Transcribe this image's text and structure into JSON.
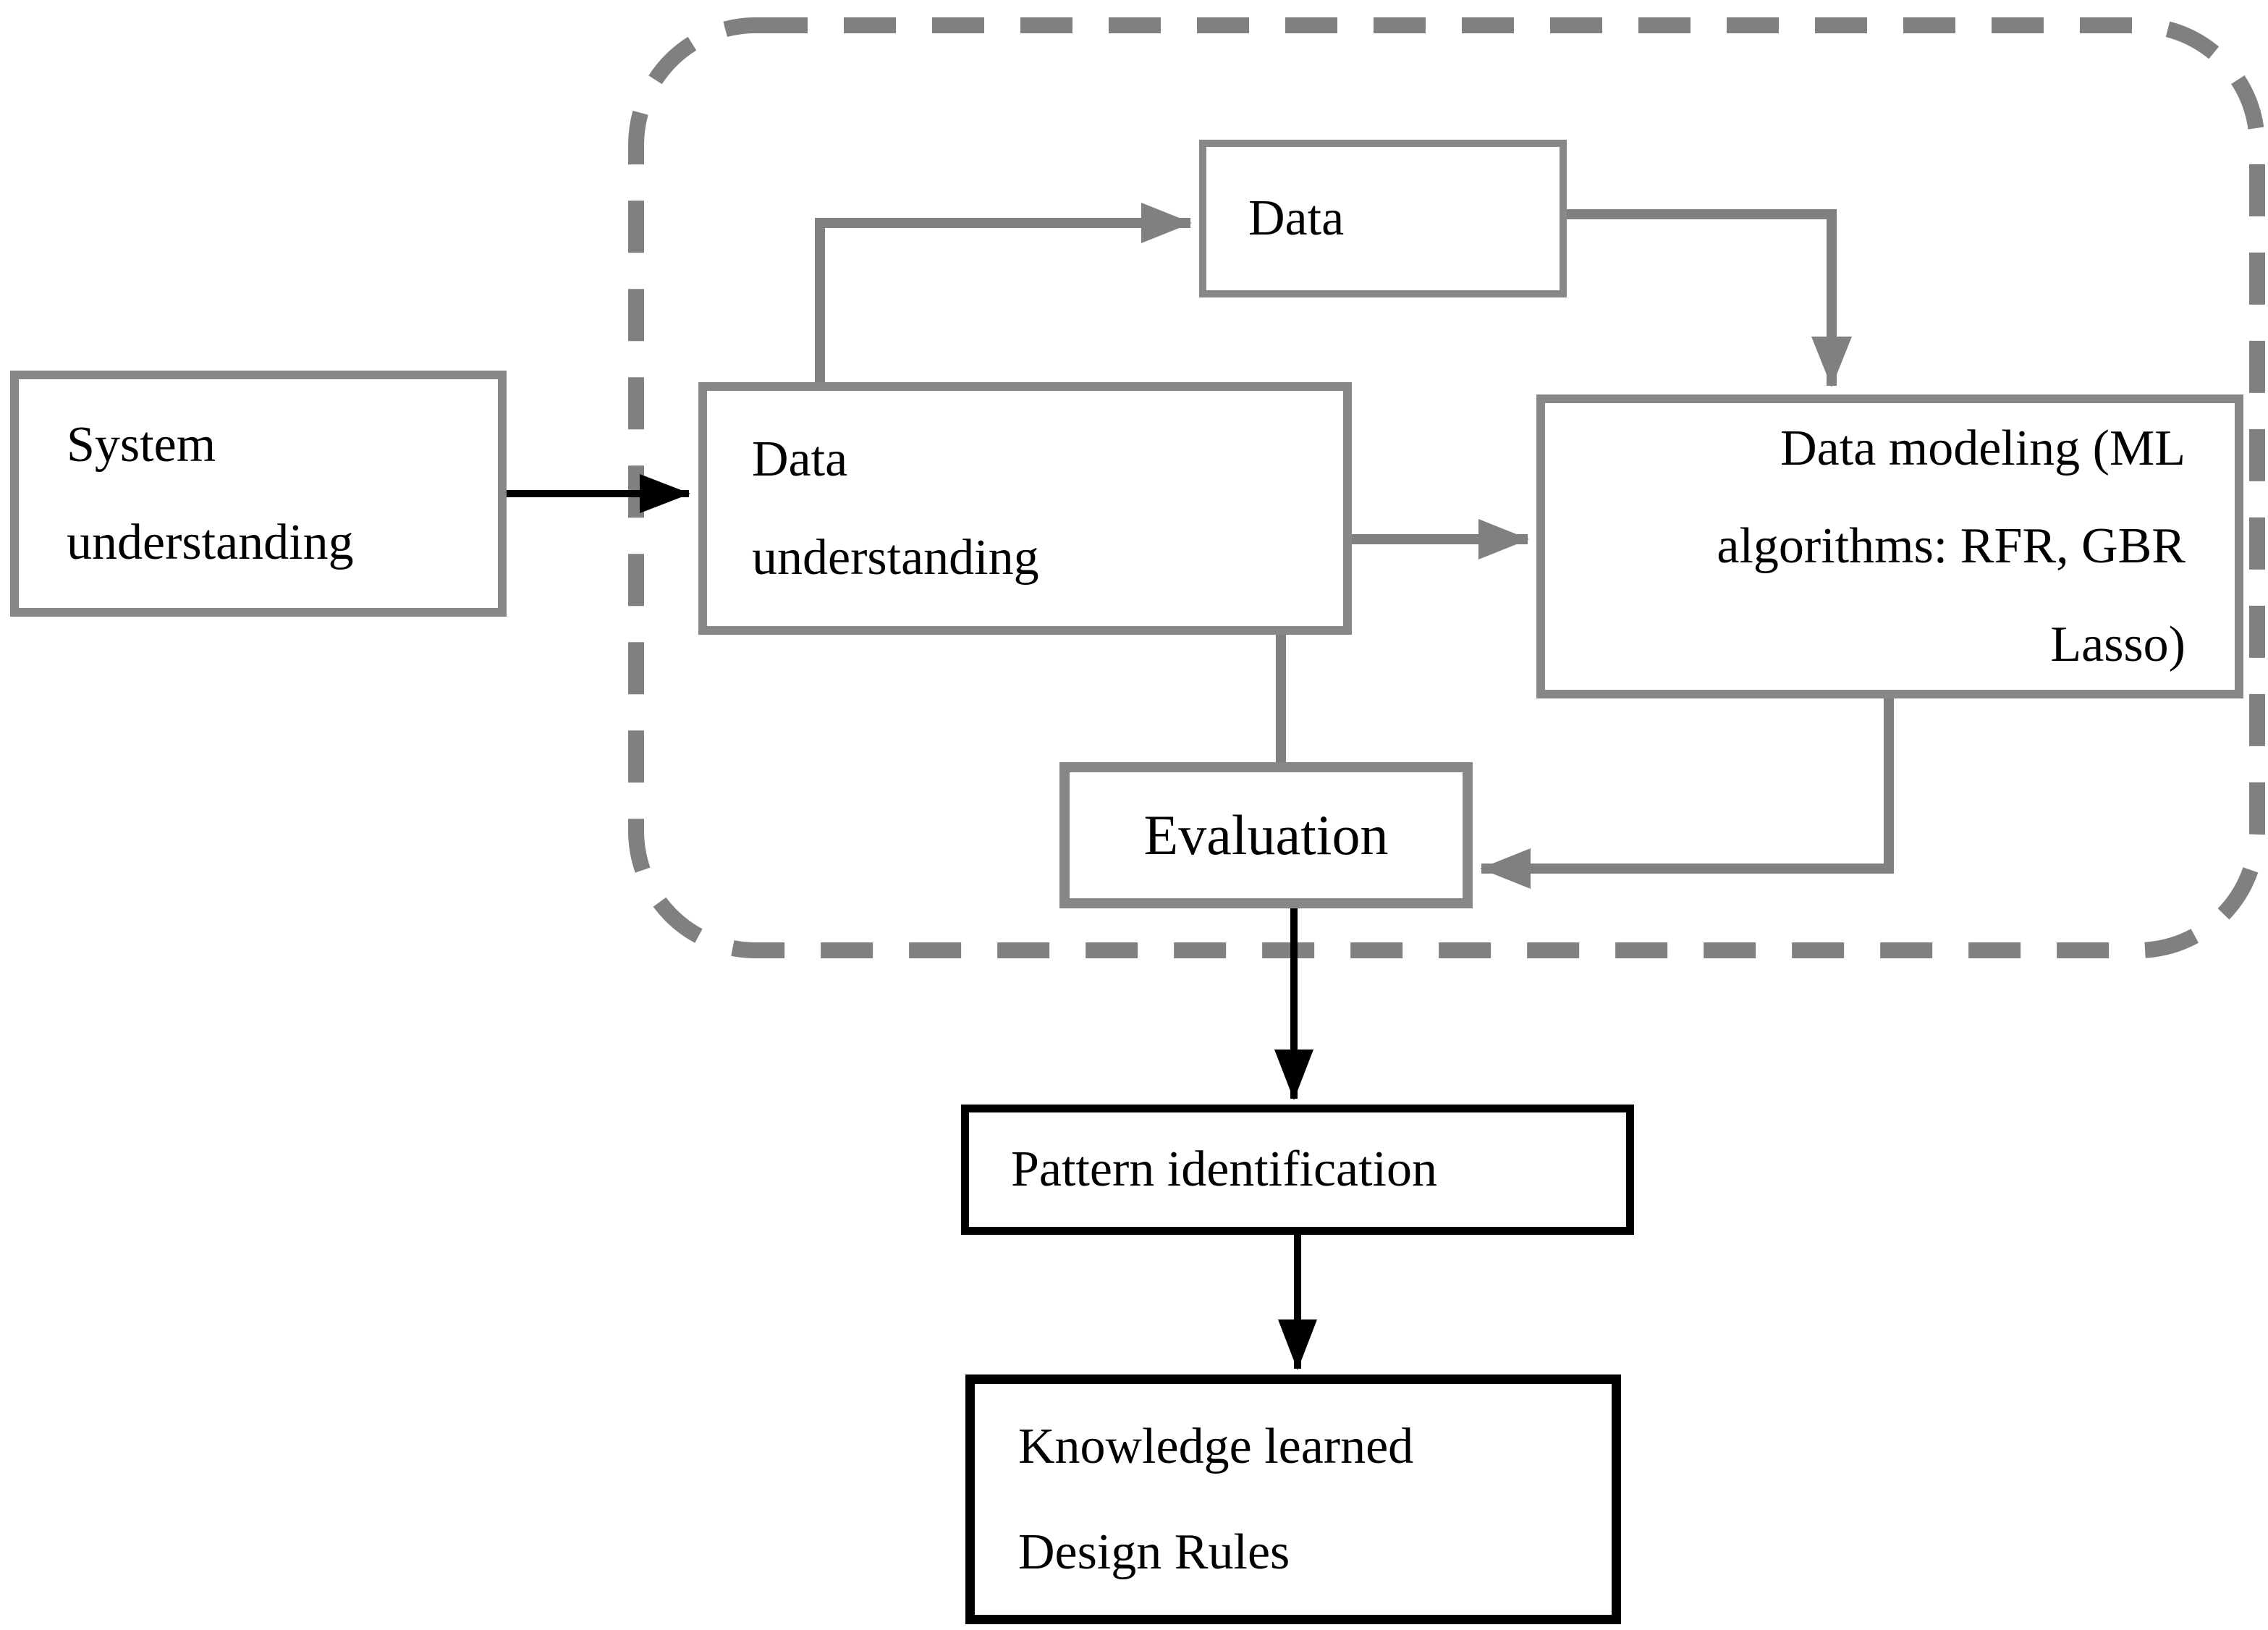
{
  "diagram": {
    "colors": {
      "gray_border": "#878787",
      "gray_line": "#808080",
      "black": "#000000",
      "text": "#000000",
      "background": "#ffffff"
    },
    "nodes": {
      "system_understanding": {
        "lines": [
          "System",
          "understanding"
        ]
      },
      "data_understanding": {
        "lines": [
          "Data",
          "understanding"
        ]
      },
      "data": {
        "label": "Data"
      },
      "data_modeling": {
        "lines": [
          "Data modeling (ML",
          "algorithms: RFR, GBR",
          "Lasso)"
        ]
      },
      "evaluation": {
        "label": "Evaluation"
      },
      "pattern_identification": {
        "label": "Pattern identification"
      },
      "knowledge": {
        "line1_left": "Knowledge",
        "line1_right": "learned",
        "line2": "Design Rules"
      }
    },
    "edges": [
      {
        "from": "system_understanding",
        "to": "data_understanding",
        "color": "black"
      },
      {
        "from": "data_understanding",
        "to": "data",
        "color": "gray"
      },
      {
        "from": "data",
        "to": "data_modeling",
        "color": "gray"
      },
      {
        "from": "evaluation",
        "to": "data_modeling",
        "color": "gray"
      },
      {
        "from": "data_modeling",
        "to": "evaluation",
        "color": "gray"
      },
      {
        "from": "evaluation",
        "to": "pattern_identification",
        "color": "black"
      },
      {
        "from": "pattern_identification",
        "to": "knowledge",
        "color": "black"
      }
    ]
  }
}
